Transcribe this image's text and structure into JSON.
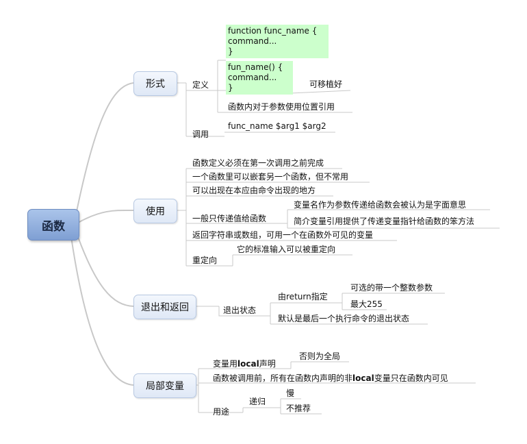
{
  "root": {
    "label": "函数"
  },
  "form": {
    "label": "形式",
    "define": {
      "label": "定义",
      "code1": [
        "function func_name {",
        "command...",
        "}"
      ],
      "code2": [
        "fun_name() {",
        "command...",
        "}"
      ],
      "portable": "可移植好",
      "positional": "函数内对于参数使用位置引用"
    },
    "call": {
      "label": "调用",
      "example": "func_name $arg1 $arg2"
    }
  },
  "usage": {
    "label": "使用",
    "item1": "函数定义必须在第一次调用之前完成",
    "item2": "一个函数里可以嵌套另一个函数，但不常用",
    "item3": "可以出现在本应由命令出现的地方",
    "item4": {
      "label": "一般只传递值给函数",
      "sub1": "变量名作为参数传递给函数会被认为是字面意思",
      "sub2": "简介变量引用提供了传递变量指针给函数的笨方法"
    },
    "item5": "返回字符串或数组，可用一个在函数外可见的变量",
    "item6": {
      "label": "重定向",
      "sub": "它的标准输入可以被重定向"
    }
  },
  "exit": {
    "label": "退出和返回",
    "status": {
      "label": "退出状态",
      "ret": {
        "label_pre": "由",
        "label_kw": "return",
        "label_post": "指定",
        "sub1": "可选的带一个整数参数",
        "sub2": "最大255"
      },
      "default": "默认是最后一个执行命令的退出状态"
    }
  },
  "local": {
    "label": "局部变量",
    "decl": {
      "pre": "变量用",
      "kw": "local",
      "post": "声明",
      "sub": "否则为全局"
    },
    "scope": {
      "pre": "函数被调用前，所有在函数内声明的非",
      "kw": "local",
      "post": "变量只在函数内可见"
    },
    "use": {
      "label": "用途",
      "recursion": "递归",
      "slow": "慢",
      "notrec": "不推荐"
    }
  },
  "colors": {
    "line": "#c8c8c8",
    "root": "#8eaee0",
    "code_bg": "#ccffcc"
  }
}
